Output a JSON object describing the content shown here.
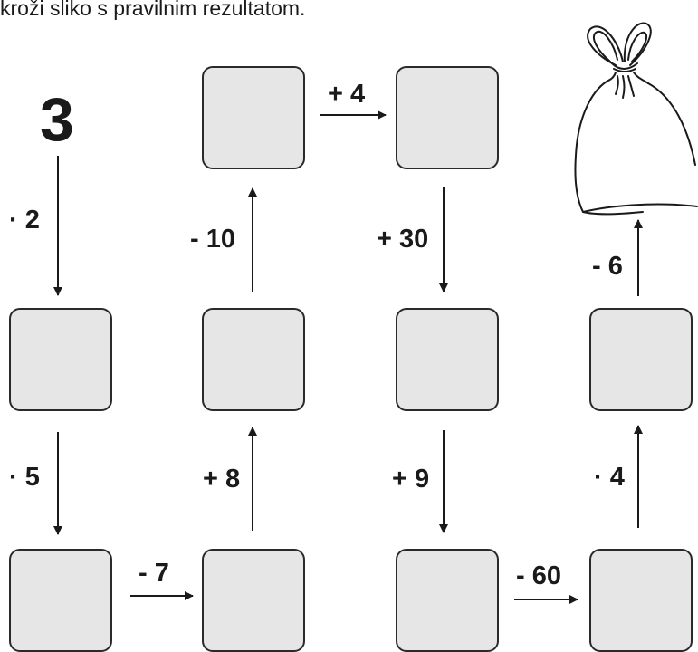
{
  "instruction": "kroži sliko s pravilnim rezultatom.",
  "start_number": "3",
  "boxes": [
    {
      "id": "box-a"
    },
    {
      "id": "box-b"
    },
    {
      "id": "box-c"
    },
    {
      "id": "box-d"
    },
    {
      "id": "box-e"
    },
    {
      "id": "box-f"
    },
    {
      "id": "box-g"
    },
    {
      "id": "box-h"
    },
    {
      "id": "box-i"
    },
    {
      "id": "box-j"
    }
  ],
  "operations": {
    "op1": "· 2",
    "op2": "· 5",
    "op3": "- 7",
    "op4": "+ 8",
    "op5": "- 10",
    "op6": "+ 4",
    "op7": "+ 30",
    "op8": "+ 9",
    "op9": "- 60",
    "op10": "· 4",
    "op11": "- 6"
  },
  "icons": {
    "bag": "bag-icon"
  },
  "colors": {
    "box_fill": "#e6e6e6",
    "stroke": "#2a2a2a"
  }
}
